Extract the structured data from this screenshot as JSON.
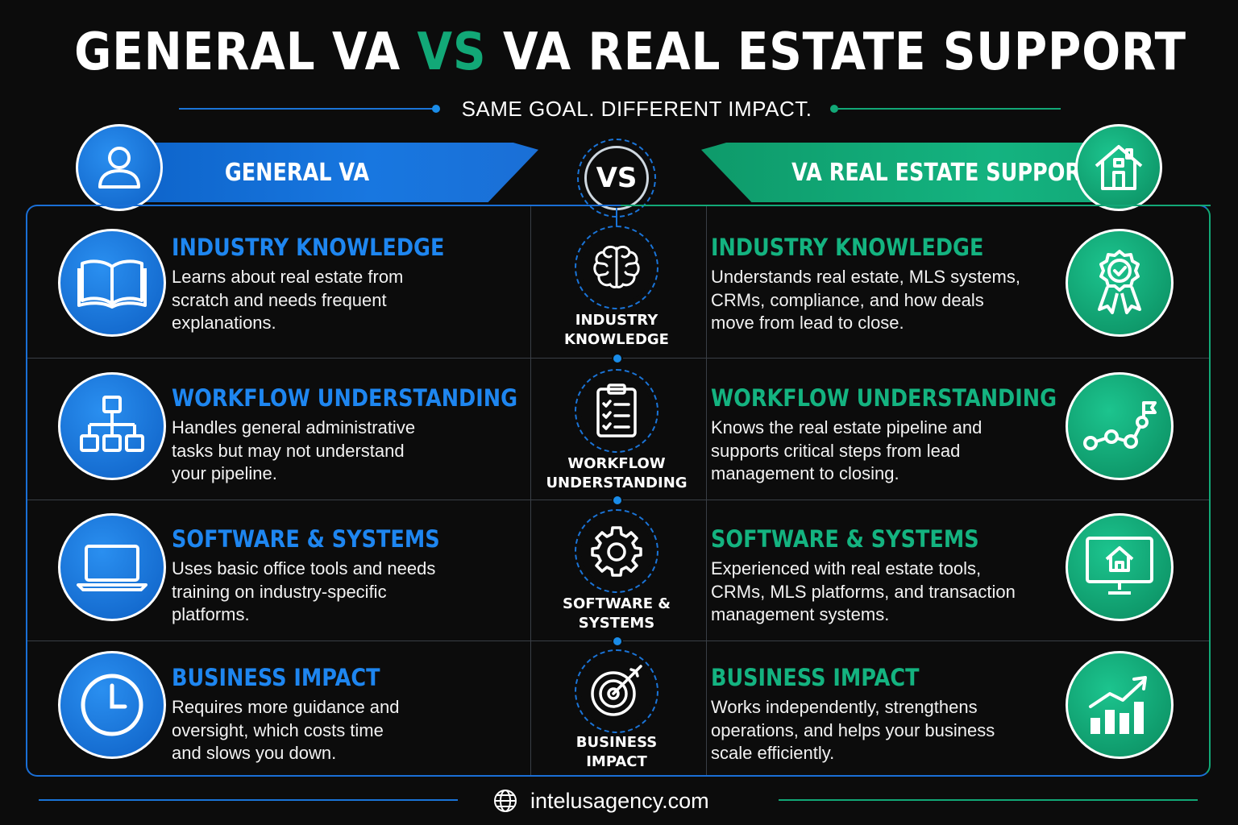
{
  "title": {
    "part1": "GENERAL VA",
    "vs": "VS",
    "part2": "VA REAL ESTATE SUPPORT"
  },
  "subtitle": "SAME GOAL. DIFFERENT IMPACT.",
  "left_header": {
    "label": "GENERAL VA",
    "icon": "user-icon"
  },
  "right_header": {
    "label": "VA REAL ESTATE SUPPORT",
    "icon": "house-icon"
  },
  "vs_badge": "VS",
  "colors": {
    "blue": "#1e86f0",
    "green": "#14b380",
    "background": "#0c0c0c"
  },
  "rows": [
    {
      "category": "INDUSTRY KNOWLEDGE",
      "middle_label": [
        "INDUSTRY",
        "KNOWLEDGE"
      ],
      "middle_icon": "brain-icon",
      "left": {
        "title": "INDUSTRY KNOWLEDGE",
        "lines": [
          "Learns about real estate from",
          "scratch and needs frequent",
          "explanations."
        ],
        "icon": "book-icon"
      },
      "right": {
        "title": "INDUSTRY KNOWLEDGE",
        "lines": [
          "Understands real estate, MLS systems,",
          "CRMs, compliance, and how deals",
          "move from lead to close."
        ],
        "icon": "award-badge-icon"
      }
    },
    {
      "category": "WORKFLOW UNDERSTANDING",
      "middle_label": [
        "WORKFLOW",
        "UNDERSTANDING"
      ],
      "middle_icon": "clipboard-checklist-icon",
      "left": {
        "title": "WORKFLOW UNDERSTANDING",
        "lines": [
          "Handles general administrative",
          "tasks but may not understand",
          "your pipeline."
        ],
        "icon": "org-chart-icon"
      },
      "right": {
        "title": "WORKFLOW UNDERSTANDING",
        "lines": [
          "Knows the real estate pipeline and",
          "supports critical steps from lead",
          "management to closing."
        ],
        "icon": "path-flag-icon"
      }
    },
    {
      "category": "SOFTWARE & SYSTEMS",
      "middle_label": [
        "SOFTWARE &",
        "SYSTEMS"
      ],
      "middle_icon": "gear-icon",
      "left": {
        "title": "SOFTWARE & SYSTEMS",
        "lines": [
          "Uses basic office tools and needs",
          "training on industry-specific",
          "platforms."
        ],
        "icon": "laptop-icon"
      },
      "right": {
        "title": "SOFTWARE & SYSTEMS",
        "lines": [
          "Experienced with real estate tools,",
          "CRMs, MLS platforms, and transaction",
          "management systems."
        ],
        "icon": "monitor-house-icon"
      }
    },
    {
      "category": "BUSINESS IMPACT",
      "middle_label": [
        "BUSINESS",
        "IMPACT"
      ],
      "middle_icon": "target-icon",
      "left": {
        "title": "BUSINESS IMPACT",
        "lines": [
          "Requires more guidance and",
          "oversight, which costs time",
          "and slows you down."
        ],
        "icon": "clock-icon"
      },
      "right": {
        "title": "BUSINESS IMPACT",
        "lines": [
          "Works independently, strengthens",
          "operations, and helps your business",
          "scale efficiently."
        ],
        "icon": "growth-chart-icon"
      }
    }
  ],
  "footer": {
    "website": "intelusagency.com",
    "icon": "globe-icon"
  }
}
